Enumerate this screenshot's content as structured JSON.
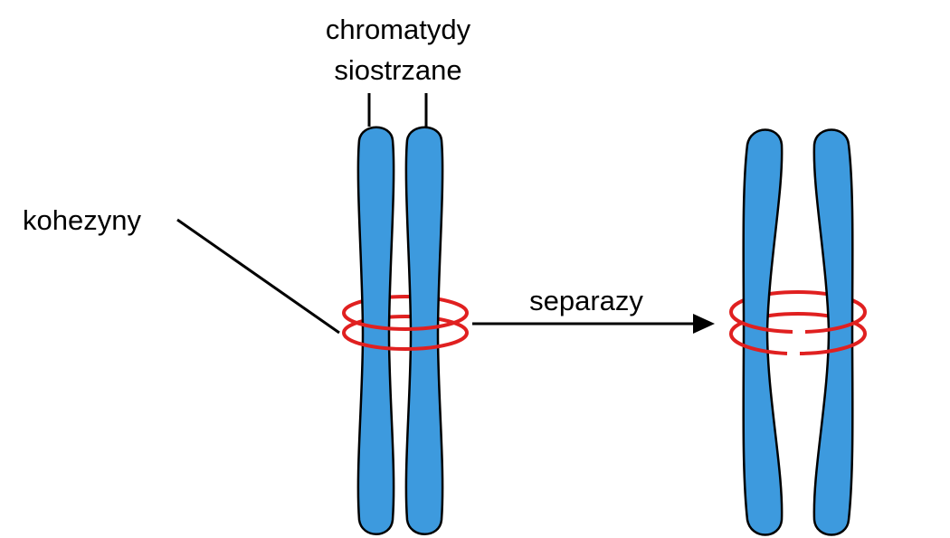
{
  "labels": {
    "sister_chromatids_line1": "chromatydy",
    "sister_chromatids_line2": "siostrzane",
    "cohesins": "kohezyny",
    "separases": "separazy"
  },
  "colors": {
    "chromatid": "#3d9ade",
    "cohesin_ring": "#e02020",
    "outline": "#000000"
  }
}
